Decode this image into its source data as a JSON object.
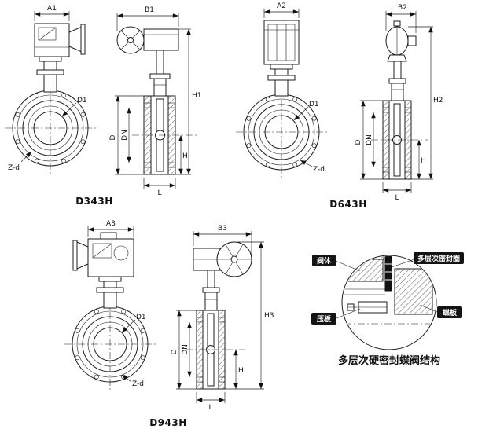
{
  "page": {
    "background": "#ffffff",
    "line_color": "#1c1c1c"
  },
  "figures": {
    "d343h": {
      "model": "D343H",
      "dims": {
        "a": "A1",
        "b": "B1",
        "h_total": "H1",
        "d": "D",
        "dn": "DN",
        "h": "H",
        "l": "L",
        "d1": "D1",
        "zd": "Z-d"
      }
    },
    "d643h": {
      "model": "D643H",
      "dims": {
        "a": "A2",
        "b": "B2",
        "h_total": "H2",
        "d": "D",
        "dn": "DN",
        "h": "H",
        "l": "L",
        "d1": "D1",
        "zd": "Z-d"
      }
    },
    "d943h": {
      "model": "D943H",
      "dims": {
        "a": "A3",
        "b": "B3",
        "h_total": "H3",
        "d": "D",
        "dn": "DN",
        "h": "H",
        "l": "L",
        "d1": "D1",
        "zd": "Z-d"
      }
    }
  },
  "detail": {
    "caption": "多层次硬密封蝶阀结构",
    "labels": {
      "valve_body": "阀体",
      "seal_ring": "多层次密封圈",
      "pressure_plate": "压板",
      "disc_plate": "蝶板"
    }
  }
}
